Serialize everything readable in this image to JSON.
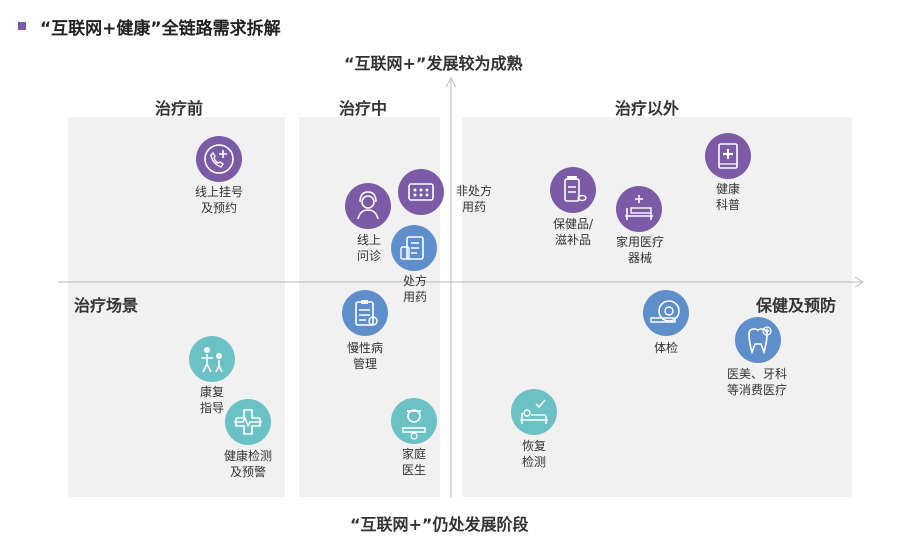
{
  "title": "“互联网+健康”全链路需求拆解",
  "axis": {
    "top": "“互联网+”发展较为成熟",
    "bottom": "“互联网+”仍处发展阶段",
    "left": "治疗场景",
    "right": "保健及预防"
  },
  "sections": {
    "before": "治疗前",
    "during": "治疗中",
    "beyond": "治疗以外"
  },
  "items": {
    "online_booking": [
      "线上挂号",
      "及预约"
    ],
    "online_consult": [
      "线上",
      "问诊"
    ],
    "otc_drug": [
      "非处方",
      "用药"
    ],
    "rx_drug": [
      "处方",
      "用药"
    ],
    "chronic": [
      "慢性病",
      "管理"
    ],
    "rehab_guide": [
      "康复",
      "指导"
    ],
    "health_monitor": [
      "健康检测",
      "及预警"
    ],
    "family_doctor": [
      "家庭",
      "医生"
    ],
    "supplements": [
      "保健品/",
      "滋补品"
    ],
    "home_device": [
      "家用医疗",
      "器械"
    ],
    "health_sci": [
      "健康",
      "科普"
    ],
    "checkup": [
      "体检"
    ],
    "aesthetic": [
      "医美、牙科",
      "等消费医疗"
    ],
    "recovery_test": [
      "恢复",
      "检测"
    ]
  },
  "colors": {
    "purple": "#7b5aa6",
    "blue": "#5f8fcb",
    "teal": "#6cc1c4",
    "panel": "#f1f1f1"
  }
}
